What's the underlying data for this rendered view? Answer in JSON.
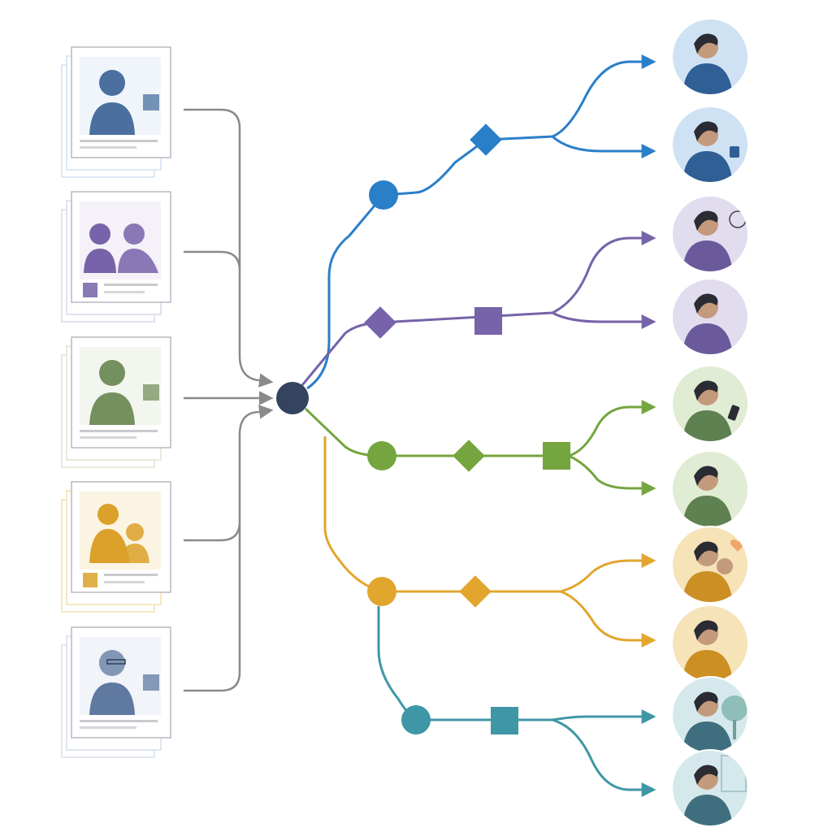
{
  "diagram": {
    "colors": {
      "hub": "#34435e",
      "input_connector": "#8a8a8a",
      "blue": "#2a7fc9",
      "purple": "#7663a9",
      "green": "#74a53e",
      "gold": "#e2a52e",
      "teal": "#3f97a6"
    },
    "inputs": [
      {
        "id": "input-woman",
        "icon": "woman-portrait-icon",
        "color": "#4b6f9f",
        "tint": "#dce8f4"
      },
      {
        "id": "input-two-people",
        "icon": "two-people-icon",
        "color": "#7663a9",
        "tint": "#e6e1f0"
      },
      {
        "id": "input-man",
        "icon": "man-portrait-icon",
        "color": "#74905f",
        "tint": "#e3ecdc"
      },
      {
        "id": "input-mother-child",
        "icon": "mother-child-icon",
        "color": "#dca12a",
        "tint": "#f7e7c2"
      },
      {
        "id": "input-older-man",
        "icon": "older-man-glasses-icon",
        "color": "#5f79a1",
        "tint": "#dfe6ef"
      }
    ],
    "outcomes": [
      {
        "id": "outcome-calm-woman",
        "icon": "calm-woman-sparkles-icon",
        "branch": "blue"
      },
      {
        "id": "outcome-woman-mug",
        "icon": "woman-holding-mug-icon",
        "branch": "blue"
      },
      {
        "id": "outcome-stressed-woman",
        "icon": "stressed-woman-icon",
        "branch": "purple"
      },
      {
        "id": "outcome-crossed-arms-man",
        "icon": "man-crossed-arms-icon",
        "branch": "purple"
      },
      {
        "id": "outcome-man-phone",
        "icon": "man-with-phone-icon",
        "branch": "green"
      },
      {
        "id": "outcome-woman-backpack",
        "icon": "woman-with-backpack-icon",
        "branch": "green"
      },
      {
        "id": "outcome-mother-child-heart",
        "icon": "mother-child-heart-icon",
        "branch": "gold"
      },
      {
        "id": "outcome-smiling-woman",
        "icon": "smiling-woman-sun-icon",
        "branch": "gold"
      },
      {
        "id": "outcome-older-man-tree",
        "icon": "older-man-tree-icon",
        "branch": "teal"
      },
      {
        "id": "outcome-woman-window",
        "icon": "woman-by-window-icon",
        "branch": "teal"
      }
    ],
    "node_shapes": [
      "circle",
      "diamond",
      "square"
    ]
  }
}
